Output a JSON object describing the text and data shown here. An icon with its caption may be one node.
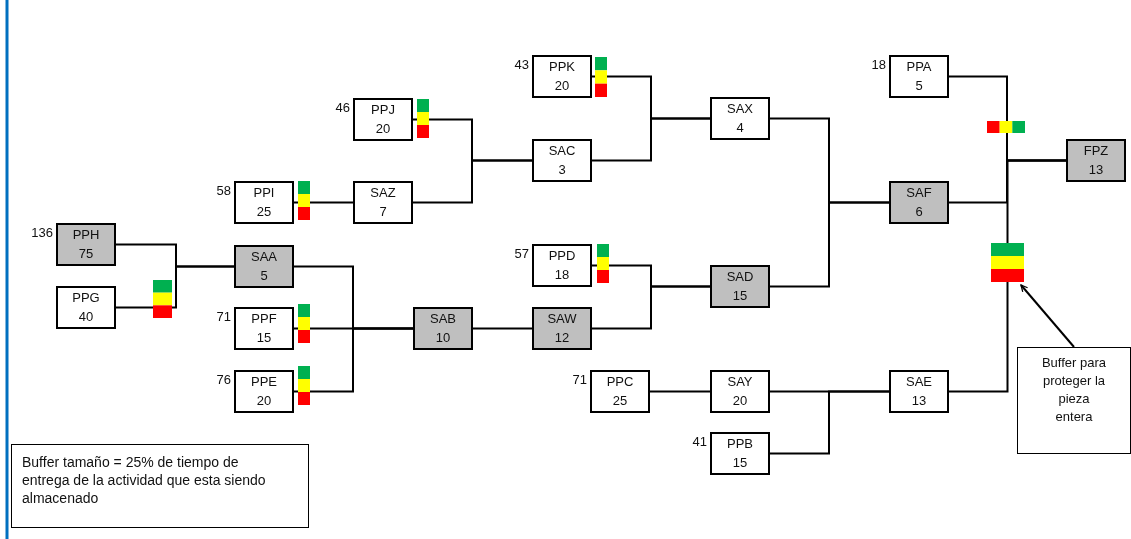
{
  "diagram": {
    "nodes": [
      {
        "text": [
          "PPH",
          "75"
        ],
        "beside": [
          "136"
        ]
      },
      {
        "text": [
          "PPG",
          "40"
        ]
      },
      {
        "text": [
          "SAA",
          "5"
        ]
      },
      {
        "text": [
          "PPJ",
          "20"
        ],
        "beside": [
          "46"
        ]
      },
      {
        "text": [
          "PPI",
          "25"
        ],
        "beside": [
          "58"
        ]
      },
      {
        "text": [
          "SAZ",
          "7"
        ]
      },
      {
        "text": [
          "PPK",
          "20"
        ],
        "beside": [
          "43"
        ]
      },
      {
        "text": [
          "SAC",
          "3"
        ]
      },
      {
        "text": [
          "PPD",
          "18"
        ],
        "beside": [
          "57"
        ]
      },
      {
        "text": [
          "PPF",
          "15"
        ],
        "beside": [
          "71"
        ]
      },
      {
        "text": [
          "PPE",
          "20"
        ],
        "beside": [
          "76"
        ]
      },
      {
        "text": [
          "SAB",
          "10"
        ]
      },
      {
        "text": [
          "SAW",
          "12"
        ]
      },
      {
        "text": [
          "SAX",
          "4"
        ]
      },
      {
        "text": [
          "SAD",
          "15"
        ]
      },
      {
        "text": [
          "SAF",
          "6"
        ]
      },
      {
        "text": [
          "PPA",
          "5"
        ],
        "beside": [
          "18"
        ]
      },
      {
        "text": [
          "FPZ",
          "13"
        ]
      },
      {
        "text": [
          "PPC",
          "25"
        ],
        "beside": [
          "71"
        ]
      },
      {
        "text": [
          "SAY",
          "20"
        ]
      },
      {
        "text": [
          "PPB",
          "15"
        ],
        "beside": [
          "41"
        ]
      },
      {
        "text": [
          "SAE",
          "13"
        ]
      },
      {
        "text": [],
        "shape": "bar"
      },
      {
        "text": [
          "Buffer para proteger la pieza entera"
        ]
      },
      {
        "text": [
          "Buffer tamaño = 25% de tiempo de entrega de la actividad que esta siendo almacenado"
        ]
      }
    ],
    "edges": [
      {
        "from": 0,
        "to": 2,
        "arrow": "none"
      },
      {
        "from": 1,
        "to": 2,
        "arrow": "none"
      },
      {
        "from": 2,
        "to": 11,
        "arrow": "none"
      },
      {
        "from": 9,
        "to": 11,
        "arrow": "none"
      },
      {
        "from": 10,
        "to": 11,
        "arrow": "none"
      },
      {
        "from": 11,
        "to": 12,
        "arrow": "none"
      },
      {
        "from": 4,
        "to": 5,
        "arrow": "none"
      },
      {
        "from": 3,
        "to": 7,
        "arrow": "none"
      },
      {
        "from": 5,
        "to": 7,
        "arrow": "none"
      },
      {
        "from": 6,
        "to": 13,
        "arrow": "none"
      },
      {
        "from": 7,
        "to": 13,
        "arrow": "none"
      },
      {
        "from": 8,
        "to": 14,
        "arrow": "none"
      },
      {
        "from": 12,
        "to": 14,
        "arrow": "none"
      },
      {
        "from": 13,
        "to": 15,
        "arrow": "none"
      },
      {
        "from": 14,
        "to": 15,
        "arrow": "none"
      },
      {
        "from": 16,
        "to": 17,
        "arrow": "none"
      },
      {
        "from": 15,
        "to": 17,
        "arrow": "none"
      },
      {
        "from": 21,
        "to": 22,
        "arrow": "none"
      },
      {
        "from": 22,
        "to": 17,
        "arrow": "none"
      },
      {
        "from": 18,
        "to": 19,
        "arrow": "none"
      },
      {
        "from": 19,
        "to": 21,
        "arrow": "none"
      },
      {
        "from": 20,
        "to": 21,
        "arrow": "none"
      },
      {
        "from": 23,
        "to": 22,
        "arrow": "to"
      }
    ]
  }
}
